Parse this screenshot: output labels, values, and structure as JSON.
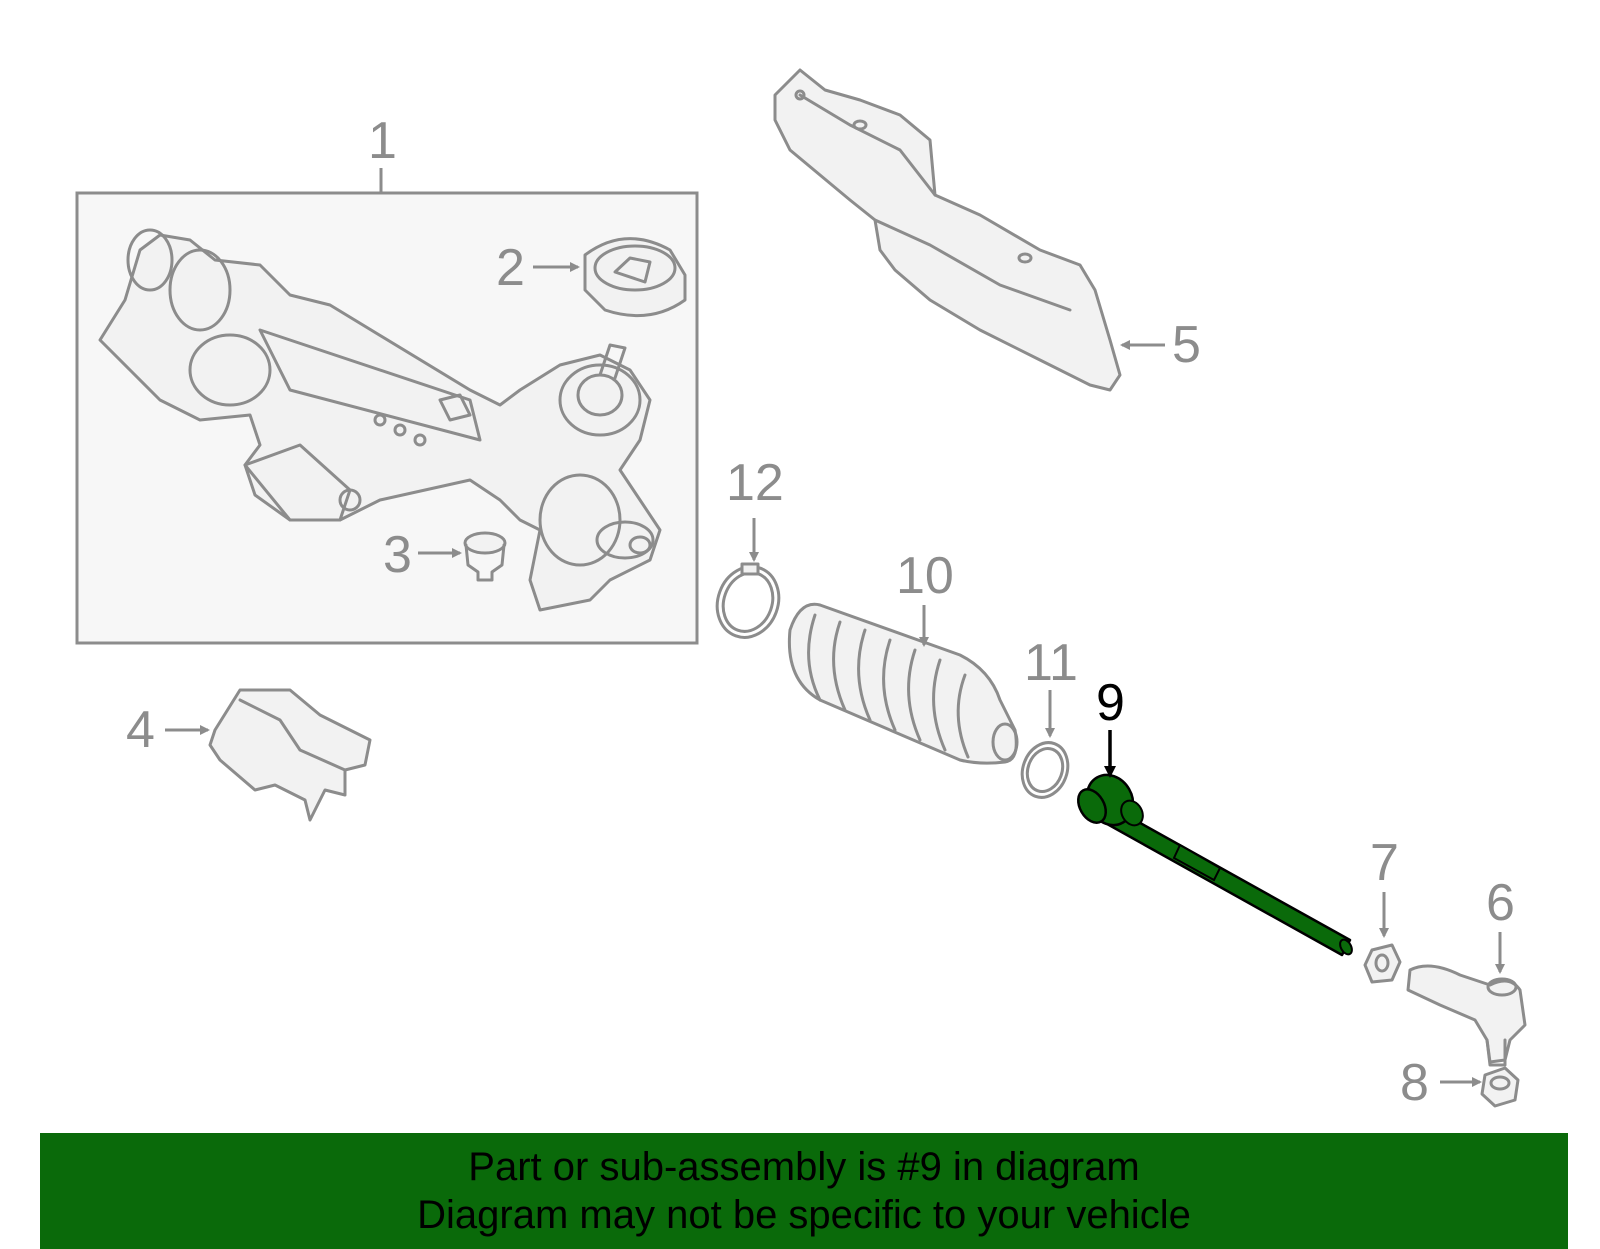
{
  "diagram": {
    "highlighted_part": "9",
    "highlight_color": "#0a6a0a",
    "callouts": {
      "c1": "1",
      "c2": "2",
      "c3": "3",
      "c4": "4",
      "c5": "5",
      "c6": "6",
      "c7": "7",
      "c8": "8",
      "c9": "9",
      "c10": "10",
      "c11": "11",
      "c12": "12"
    }
  },
  "banner": {
    "line1": "Part or sub-assembly is #9 in diagram",
    "line2": "Diagram may not be specific to your vehicle",
    "background": "#0a6a0a"
  }
}
